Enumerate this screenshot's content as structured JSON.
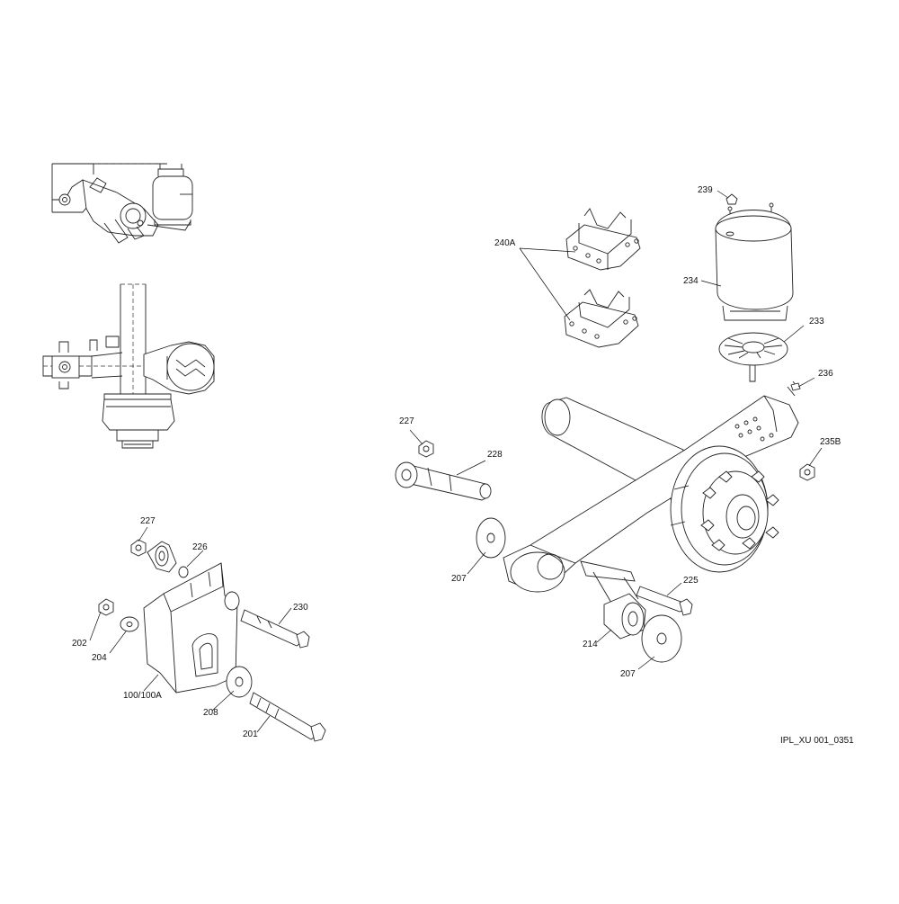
{
  "drawing_id": "IPL_XU 001_0351",
  "callouts": {
    "c239": "239",
    "c240a": "240A",
    "c234": "234",
    "c233": "233",
    "c236": "236",
    "c227_right": "227",
    "c228": "228",
    "c235b": "235B",
    "c207_left": "207",
    "c225": "225",
    "c214": "214",
    "c207_right": "207",
    "c227_left": "227",
    "c226": "226",
    "c230": "230",
    "c202": "202",
    "c204": "204",
    "c100": "100/100A",
    "c208": "208",
    "c201": "201"
  }
}
